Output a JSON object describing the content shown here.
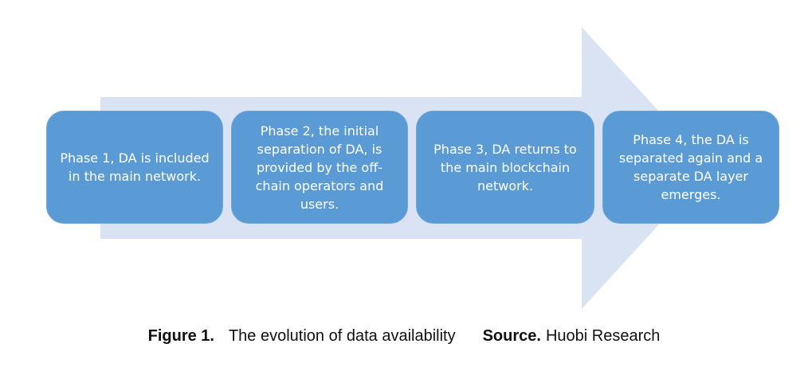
{
  "diagram": {
    "arrow_color": "#dae3f3",
    "box_color": "#5b9bd5",
    "text_color": "#ffffff",
    "phases": [
      {
        "label": "Phase 1, DA is included in the main network."
      },
      {
        "label": "Phase 2, the initial separation of DA, is provided by the off-chain operators and users."
      },
      {
        "label": "Phase 3, DA returns to the main blockchain network."
      },
      {
        "label": "Phase 4, the DA is separated again and a separate DA layer emerges."
      }
    ]
  },
  "caption": {
    "figure_label": "Figure 1.",
    "figure_title": "The evolution of data availability",
    "source_label": "Source.",
    "source_name": "Huobi Research"
  }
}
